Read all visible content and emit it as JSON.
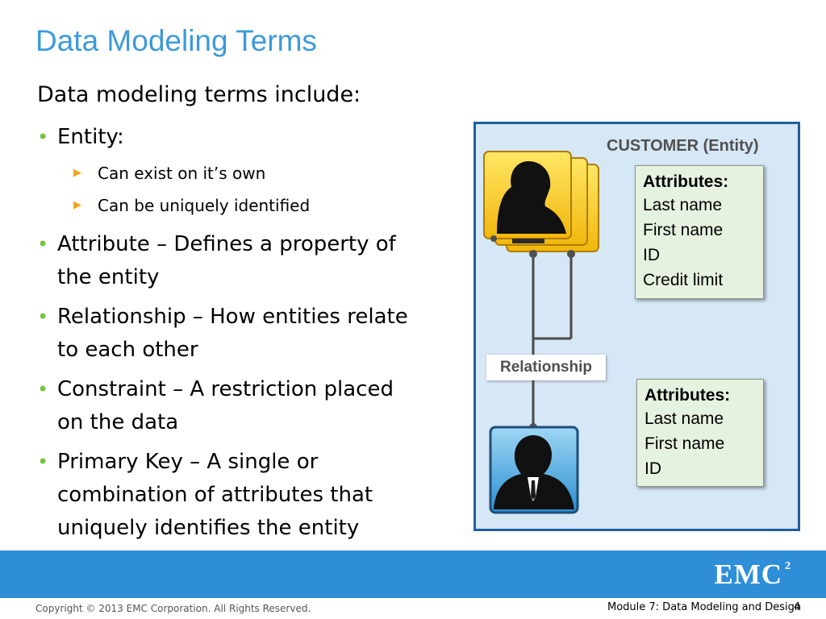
{
  "title": "Data Modeling Terms",
  "intro": "Data modeling terms include:",
  "bullets": [
    {
      "text": "Entity:",
      "sub": [
        "Can exist on it’s own",
        "Can be uniquely identified"
      ]
    },
    {
      "text": "Attribute – Defines a property of the entity"
    },
    {
      "text": "Relationship – How entities relate to each other"
    },
    {
      "text": "Constraint – A restriction placed on the data"
    },
    {
      "text": "Primary Key – A single or combination of attributes that uniquely identifies the entity"
    }
  ],
  "diagram": {
    "entity_label": "CUSTOMER (Entity)",
    "relationship_label": "Relationship",
    "box1": {
      "header": "Attributes:",
      "items": [
        "Last name",
        "First name",
        "ID",
        "Credit limit"
      ]
    },
    "box2": {
      "header": "Attributes:",
      "items": [
        "Last name",
        "First name",
        "ID"
      ]
    },
    "icons": [
      "woman-user-icon",
      "man-user-icon"
    ]
  },
  "footer": {
    "brand": "EMC",
    "brand_sup": "2",
    "copyright": "Copyright © 2013 EMC Corporation. All Rights Reserved.",
    "module": "Module 7: Data Modeling and Design",
    "page": "4"
  },
  "colors": {
    "title": "#3d9ad9",
    "bullet": "#7ac142",
    "sub_arrow": "#f0a823",
    "footer_band": "#2e8fd8",
    "diagram_bg": "#d6e7f6",
    "diagram_border": "#1d5f9f",
    "attr_box_bg": "#e6f2e0"
  }
}
